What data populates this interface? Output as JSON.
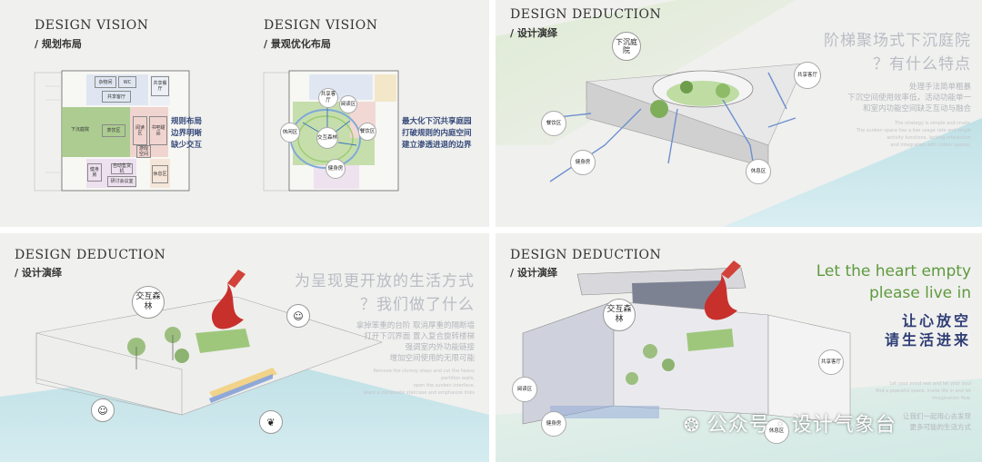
{
  "panel1": {
    "left": {
      "title": "DESIGN VISION",
      "subtitle": "/ 规划布局",
      "note": [
        "规则布局",
        "边界明晰",
        "缺少交互"
      ],
      "zones": {
        "storage": "杂物间",
        "wc": "WC",
        "shared_living": "共享客厅",
        "shared_dining": "共享餐厅",
        "sunken_garden": "下沉庭院",
        "tea_area": "茶饮区",
        "reading_area": "阅读区",
        "desserts": "书吧甜品",
        "gym": "健身房",
        "discussion": "研讨会议室",
        "vending": "自动售货机",
        "game_space": "游戏空间",
        "lounge": "休息区"
      }
    },
    "right": {
      "title": "DESIGN VISION",
      "subtitle": "/ 景观优化布局",
      "note": [
        "最大化下沉共享庭园",
        "打破规则的内庭空间",
        "建立渗透进退的边界"
      ],
      "zones": {
        "shared_living": "共享客厅",
        "sunken_garden": "交互森林",
        "leisure": "休闲区",
        "reading": "阅读区",
        "gym": "健身房",
        "dining": "餐饮区"
      }
    }
  },
  "panel2": {
    "title": "DESIGN DEDUCTION",
    "subtitle": "/ 设计演绎",
    "headline": [
      "阶梯聚场式下沉庭院",
      "？有什么特点"
    ],
    "body": [
      "处理手法简单粗暴",
      "下沉空间使用效率低，活动功能单一",
      "和室内功能空间缺乏互动与融合"
    ],
    "english": [
      "The strategy is simple and crude.",
      "The sunken space has a low usage rate and single",
      "activity functions, lacking interaction",
      "and integration with indoor spaces."
    ],
    "bubbles": {
      "sunken": "下沉庭院",
      "dining": "餐饮区",
      "gym": "健身房",
      "lounge": "休息区",
      "shared": "共享客厅"
    }
  },
  "panel3": {
    "title": "DESIGN DEDUCTION",
    "subtitle": "/ 设计演绎",
    "headline": [
      "为呈现更开放的生活方式",
      "？我们做了什么"
    ],
    "body": [
      "拿掉笨重的台阶 取消厚重的隔断墙",
      "打开下沉界面 置入复合旋转楼梯",
      "强调室内外功能链接",
      "增加空间使用的无限可能"
    ],
    "english": [
      "Remove the clumsy steps and cut the heavy",
      "partition walls,",
      "open the sunken interface,",
      "place a composite staircase and emphasize links"
    ],
    "forest": "交互森林"
  },
  "panel4": {
    "title": "DESIGN DEDUCTION",
    "subtitle": "/ 设计演绎",
    "green": [
      "Let the heart empty",
      "please live in"
    ],
    "blue": [
      "让心放空",
      "请生活进来"
    ],
    "english": [
      "Let your mind rest and let your soul",
      "find a peaceful space, invite life in and let",
      "imagination flow."
    ],
    "forest": "交互森林",
    "shared": "共享客厅",
    "reading": "阅读区",
    "gym": "健身房",
    "lounge": "休息区",
    "tail": [
      "让我们一起用心去发现",
      "更多可能的生活方式"
    ]
  },
  "watermark": "公众号 · 设计气象台"
}
